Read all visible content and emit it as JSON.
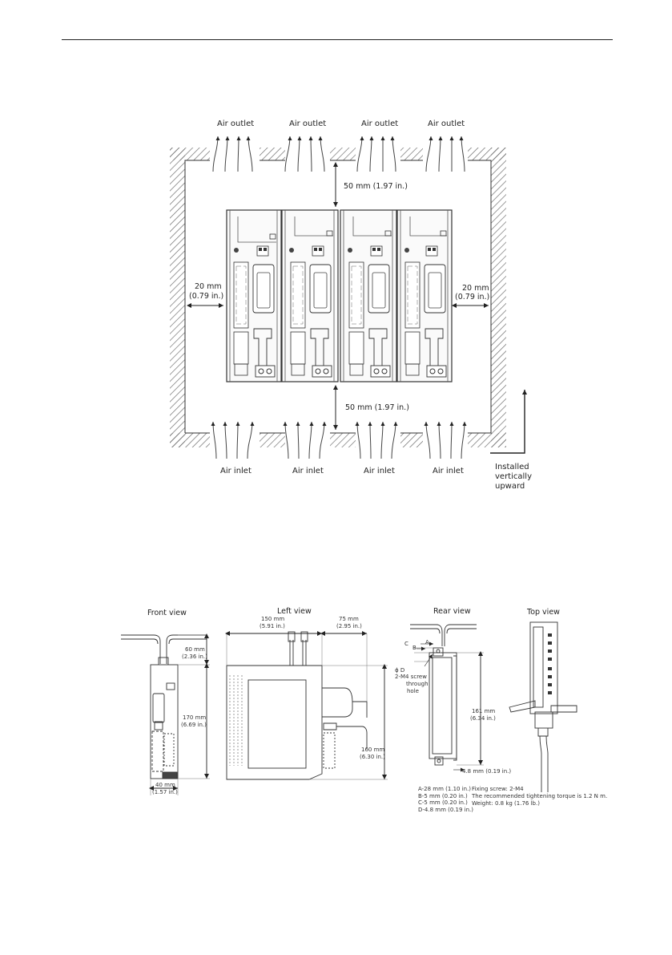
{
  "airflow": {
    "outlet": "Air outlet",
    "inlet": "Air inlet",
    "top_clearance": "50 mm (1.97 in.)",
    "bottom_clearance": "50 mm (1.97 in.)",
    "side_mm": "20 mm",
    "side_in": "(0.79 in.)",
    "install_line1": "Installed",
    "install_line2": "vertically",
    "install_line3": "upward"
  },
  "dimensions": {
    "front_view": "Front view",
    "left_view": "Left view",
    "rear_view": "Rear view",
    "top_view": "Top view",
    "d60_mm": "60 mm",
    "d60_in": "(2.36 in.)",
    "d170_mm": "170 mm",
    "d170_in": "(6.69 in.)",
    "d40_mm": "40 mm",
    "d40_in": "(1.57 in.)",
    "d150_mm": "150 mm",
    "d150_in": "(5.91 in.)",
    "d75_mm": "75 mm",
    "d75_in": "(2.95 in.)",
    "d160_mm": "160 mm",
    "d160_in": "(6.30 in.)",
    "d161_mm": "161 mm",
    "d161_in": "(6.34 in.)",
    "d48": "4.8 mm (0.19 in.)",
    "label_c": "C",
    "label_b": "B",
    "label_a": "A",
    "label_d": "ϕ D",
    "screw_line1": "2-M4 screw",
    "screw_line2": "through",
    "screw_line3": "hole",
    "legend_a": "A-28 mm (1.10 in.)",
    "legend_b": "B-5 mm (0.20 in.)",
    "legend_c": "C-5 mm (0.20 in.)",
    "legend_d": "D-4.8 mm (0.19 in.)",
    "fixing": "Fixing screw: 2-M4",
    "torque": "The recommended tightening torque is 1.2 N m.",
    "weight": "Weight: 0.8 kg (1.76 lb.)"
  }
}
